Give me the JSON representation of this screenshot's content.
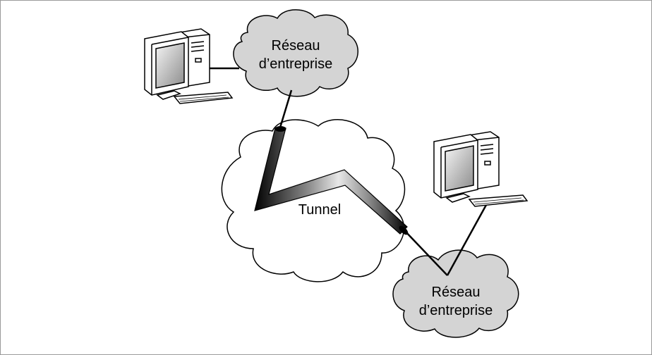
{
  "labels": {
    "network_top": [
      "Réseau",
      "d’entreprise"
    ],
    "network_bottom": [
      "Réseau",
      "d’entreprise"
    ],
    "tunnel": "Tunnel"
  },
  "icons": {
    "computer_left": "desktop-computer-icon",
    "computer_right": "desktop-computer-icon"
  },
  "colors": {
    "cloud_small": "#d4d4d4",
    "cloud_internet": "#ffffff",
    "outline": "#000000",
    "screen_gradient_light": "#f2f2f2",
    "screen_gradient_dark": "#8f8f8f"
  }
}
